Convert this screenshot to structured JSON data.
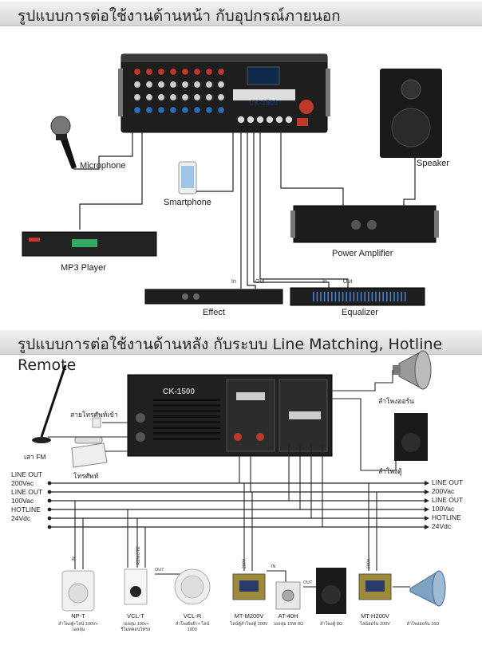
{
  "top_section": {
    "title": "รูปแบบการต่อใช้งานด้านหน้า กับอุปกรณ์ภายนอก",
    "mixer_brand": "CK-1500",
    "devices": {
      "microphone": "Microphone",
      "smartphone": "Smartphone",
      "mp3_player": "MP3 Player",
      "speaker": "Speaker",
      "power_amplifier": "Power Amplifier",
      "effect": "Effect",
      "equalizer": "Equalizer"
    },
    "ports": {
      "in1": "In",
      "out1": "Out",
      "in2": "In",
      "out2": "Out"
    }
  },
  "bottom_section": {
    "title": "รูปแบบการต่อใช้งานด้านหลัง กับระบบ Line Matching, Hotline Remote",
    "amp_brand": "CK-1500",
    "left_labels": {
      "phone_line": "สายโทรศัพท์เข้า",
      "fm_antenna": "เสา FM",
      "telephone": "โทรศัพท์"
    },
    "right_labels": {
      "horn_speaker": "ลำโพงฮอร์น",
      "cabinet_speaker": "ลำโพงตู้"
    },
    "bus_left": [
      "LINE OUT",
      "200Vac",
      "LINE OUT",
      "100Vac",
      "HOTLINE",
      "24Vdc"
    ],
    "bus_right": [
      "LINE OUT",
      "200Vac",
      "LINE OUT",
      "100Vac",
      "HOTLINE",
      "24Vdc"
    ],
    "wire_tags": {
      "in_np": "IN",
      "remote": "REMOTE",
      "out_vcl": "OUT",
      "v200_a": "200V",
      "in_at": "IN",
      "out_at": "OUT",
      "v200_b": "200V"
    },
    "devices": [
      {
        "name": "NP-T",
        "desc": "ลำโพงตู้+ไลน์ 100V+ วอลลุ่ม"
      },
      {
        "name": "VCL-T",
        "desc": "วอลลุ่ม 100v+ รีโมทคอนโทรล"
      },
      {
        "name": "VCL-R",
        "desc": "ลำโพงฝังฝ้า+ ไลน์ 100V"
      },
      {
        "name": "MT-M200V",
        "desc": "ไลน์ตู้ลำโพงตู้ 200V"
      },
      {
        "name": "AT-40H",
        "desc": "วอลลุ่ม 15W 8Ω"
      },
      {
        "name": "",
        "desc": "ลำโพงตู้ 8Ω"
      },
      {
        "name": "MT-H200V",
        "desc": "ไลน์ฮอร์น 200V"
      },
      {
        "name": "",
        "desc": "ลำโพงฮอร์น 16Ω"
      }
    ]
  },
  "colors": {
    "banner": "#dcdcdc",
    "wire": "#222222",
    "device_dark": "#2a2a2a",
    "knob_red": "#c0392b",
    "knob_blue": "#2c6db5"
  }
}
